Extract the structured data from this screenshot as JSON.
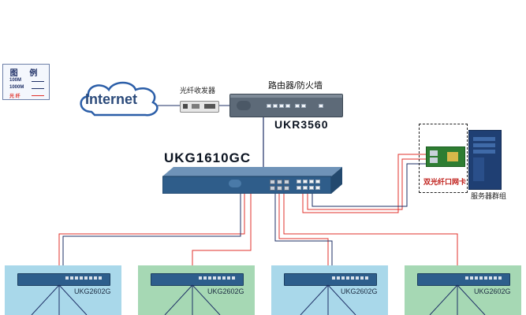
{
  "legend": {
    "title": "图 例",
    "items": [
      {
        "label": "100M",
        "color": "#1e2f66"
      },
      {
        "label": "1000M",
        "color": "#1e2f66"
      },
      {
        "label": "光 纤",
        "color": "#e0312b"
      }
    ]
  },
  "internet": {
    "label": "Internet"
  },
  "transceiver": {
    "label": "光纤收发器"
  },
  "router": {
    "caption": "路由器/防火墙",
    "model": "UKR3560"
  },
  "core_switch": {
    "model": "UKG1610GC"
  },
  "server": {
    "nic_label": "双光纤口网卡",
    "group_label": "服务器群组"
  },
  "access_switches": [
    {
      "model": "UKG2602G",
      "bg": "#a9d8ea"
    },
    {
      "model": "UKG2602G",
      "bg": "#a6d8b4"
    },
    {
      "model": "UKG2602G",
      "bg": "#a9d8ea"
    },
    {
      "model": "UKG2602G",
      "bg": "#a6d8b4"
    }
  ],
  "colors": {
    "fiber": "#e0312b",
    "copper": "#1e2f66",
    "device_blue": "#2f5d8a",
    "router_gray": "#5d6a78"
  }
}
